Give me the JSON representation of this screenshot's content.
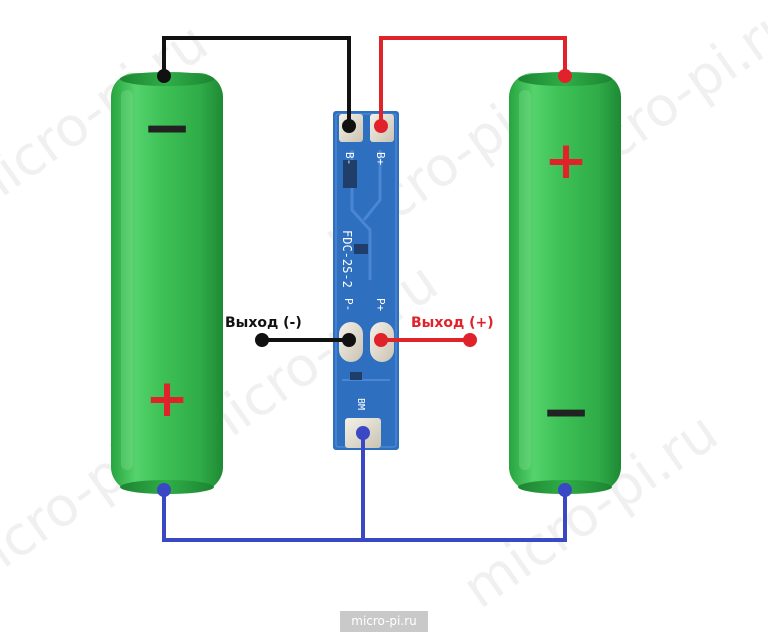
{
  "board": {
    "model": "FDC-2S-2",
    "pads": {
      "b_minus": "B-",
      "b_plus": "B+",
      "p_minus": "P-",
      "p_plus": "P+",
      "bm": "BM"
    }
  },
  "batteries": {
    "left": {
      "top_sign": "−",
      "bottom_sign": "+"
    },
    "right": {
      "top_sign": "+",
      "bottom_sign": "−"
    }
  },
  "outputs": {
    "negative": "Выход (-)",
    "positive": "Выход (+)"
  },
  "watermark": {
    "text": "micro-pi.ru"
  },
  "credit": "micro-pi.ru",
  "colors": {
    "battery": "#3fc35a",
    "battery_dark": "#1f8a35",
    "pcb": "#2f6fc0",
    "wire_negative": "#111111",
    "wire_positive": "#e0232b",
    "wire_balance": "#3b48c4",
    "sign_red": "#e0232b",
    "sign_dark": "#222222"
  }
}
